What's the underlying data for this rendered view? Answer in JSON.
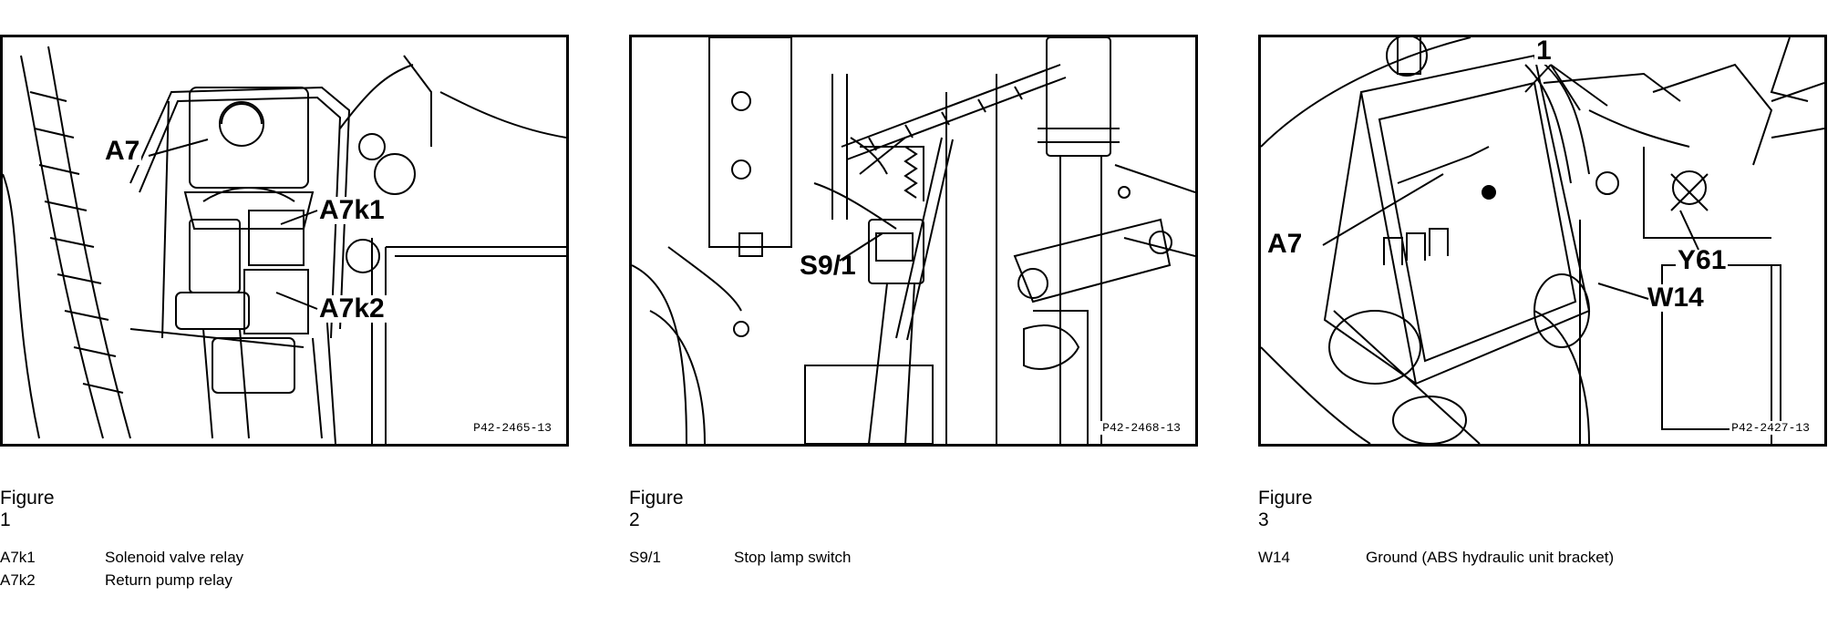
{
  "figures": [
    {
      "caption": "Figure 1",
      "image_code": "P42-2465-13",
      "callouts": [
        "A7",
        "A7k1",
        "A7k2"
      ],
      "legend": [
        {
          "key": "A7k1",
          "desc": "Solenoid valve relay"
        },
        {
          "key": "A7k2",
          "desc": "Return pump relay"
        }
      ]
    },
    {
      "caption": "Figure 2",
      "image_code": "P42-2468-13",
      "callouts": [
        "S9/1"
      ],
      "legend": [
        {
          "key": "S9/1",
          "desc": "Stop lamp switch"
        }
      ]
    },
    {
      "caption": "Figure 3",
      "image_code": "P42-2427-13",
      "callouts": [
        "1",
        "A7",
        "Y61",
        "W14"
      ],
      "legend": [
        {
          "key": "W14",
          "desc": "Ground (ABS hydraulic unit bracket)"
        }
      ]
    }
  ]
}
